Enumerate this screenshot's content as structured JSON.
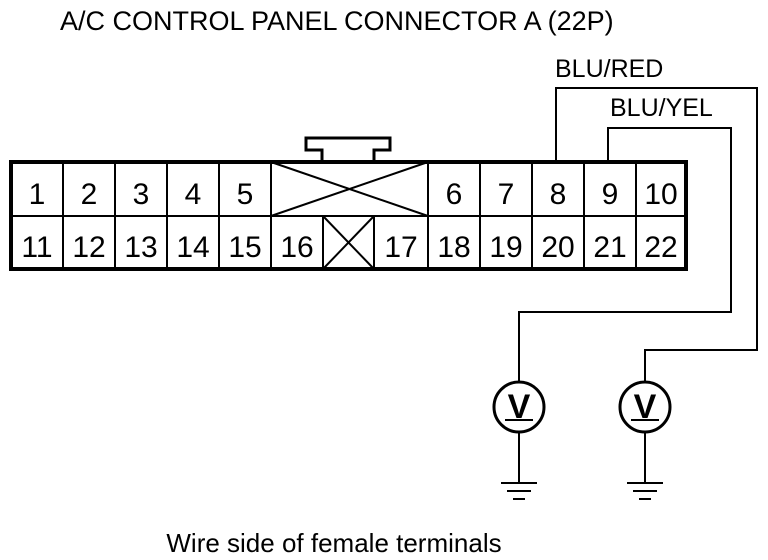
{
  "title": "A/C CONTROL PANEL CONNECTOR A (22P)",
  "wires": {
    "wire_a": "BLU/RED",
    "wire_b": "BLU/YEL"
  },
  "connector": {
    "row_top": [
      "1",
      "2",
      "3",
      "4",
      "5",
      "6",
      "7",
      "8",
      "9",
      "10"
    ],
    "row_bottom": [
      "11",
      "12",
      "13",
      "14",
      "15",
      "16",
      "17",
      "18",
      "19",
      "20",
      "21",
      "22"
    ]
  },
  "meters": {
    "meter_1_symbol": "V",
    "meter_2_symbol": "V"
  },
  "caption": "Wire side of female terminals"
}
